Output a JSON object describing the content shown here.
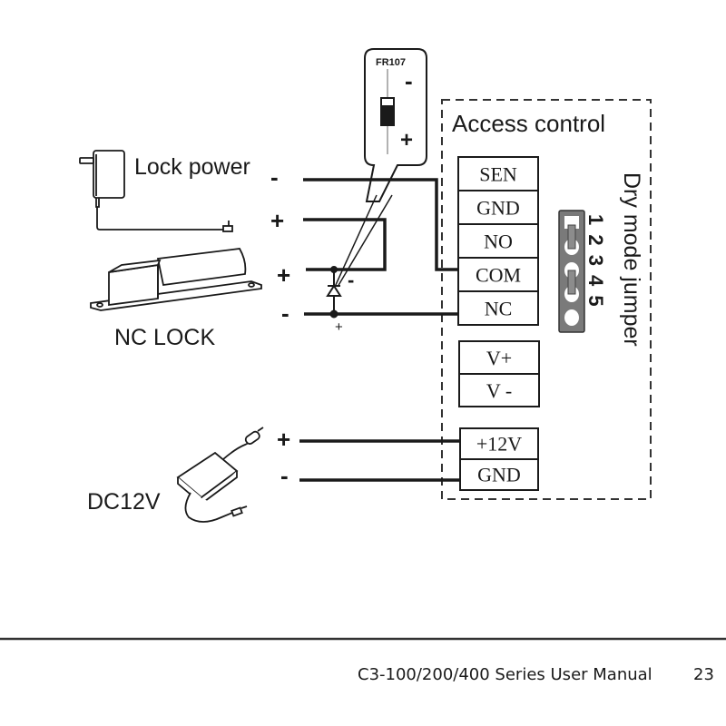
{
  "diagram": {
    "diode_callout": {
      "part_number": "FR107",
      "minus_label": "-",
      "plus_label": "+"
    },
    "access_control": {
      "title": "Access control",
      "terminals_relay": [
        "SEN",
        "GND",
        "NO",
        "COM",
        "NC"
      ],
      "terminals_power_out": [
        "V+",
        "V -"
      ],
      "terminals_power_in": [
        "+12V",
        "GND"
      ],
      "jumper": {
        "label": "Dry mode jumper",
        "pins": [
          "1",
          "2",
          "3",
          "4",
          "5"
        ],
        "bridged_pairs": [
          [
            1,
            2
          ],
          [
            3,
            4
          ]
        ]
      }
    },
    "lock_power": {
      "label": "Lock power",
      "minus_label": "-",
      "plus_label": "+"
    },
    "nc_lock": {
      "label": "NC LOCK",
      "plus_label": "+",
      "minus_label": "-",
      "diode_minus_label": "-",
      "diode_plus_label": "+"
    },
    "dc_supply": {
      "label": "DC12V",
      "plus_label": "+",
      "minus_label": "-"
    },
    "colors": {
      "line": "#1a1a1a",
      "jumper_body": "#7a7a7a",
      "jumper_bridge": "#8c8c8c"
    }
  },
  "footer": {
    "manual_title": "C3-100/200/400 Series User Manual",
    "page_number": "23"
  }
}
